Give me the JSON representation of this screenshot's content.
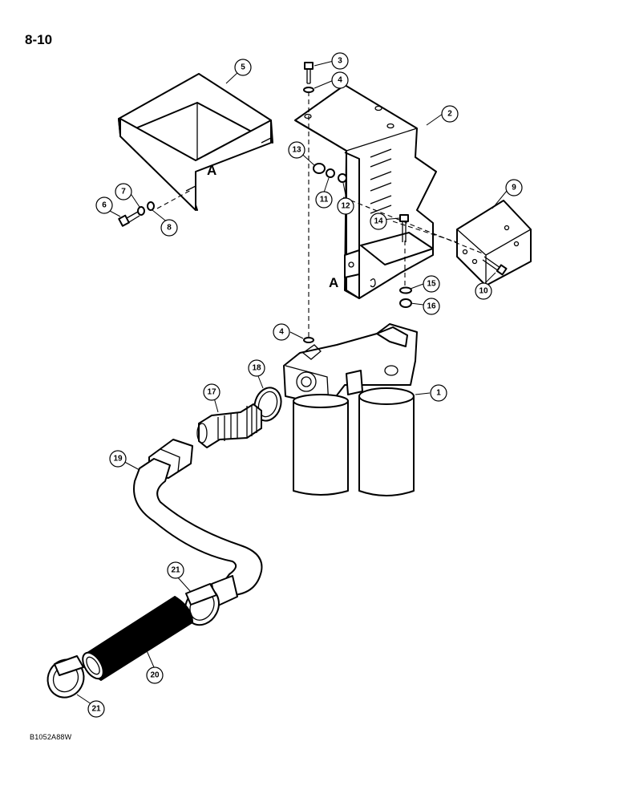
{
  "page_number": "8-10",
  "figure_code": "B1052A88W",
  "reference_letters": [
    "A",
    "A"
  ],
  "callouts": [
    "1",
    "2",
    "3",
    "4",
    "4",
    "5",
    "6",
    "7",
    "8",
    "9",
    "10",
    "11",
    "12",
    "13",
    "14",
    "15",
    "16",
    "17",
    "18",
    "19",
    "20",
    "21",
    "21"
  ]
}
